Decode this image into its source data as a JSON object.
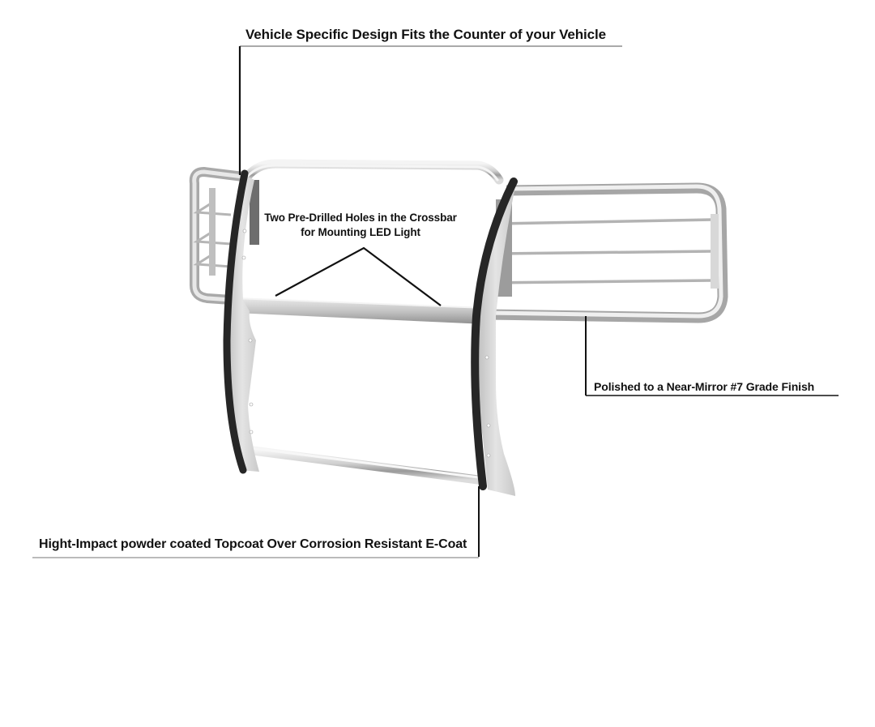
{
  "image": {
    "subject": "Stainless steel grille guard product illustration with feature callouts",
    "background": "#ffffff",
    "colors": {
      "steel_light": "#e6e6e6",
      "steel_mid": "#bdbdbd",
      "steel_dark": "#8c8c8c",
      "rubber_trim": "#2a2a2a",
      "callout_line": "#111111",
      "text": "#111111"
    }
  },
  "callouts": [
    {
      "id": "top",
      "text": "Vehicle Specific Design Fits the Counter of your Vehicle"
    },
    {
      "id": "crossbar",
      "line1": "Two Pre-Drilled Holes in the Crossbar",
      "line2": "for Mounting LED Light"
    },
    {
      "id": "finish",
      "text": "Polished to a Near-Mirror #7 Grade Finish"
    },
    {
      "id": "coating",
      "text": "Hight-Impact powder coated Topcoat Over Corrosion Resistant E-Coat"
    }
  ]
}
